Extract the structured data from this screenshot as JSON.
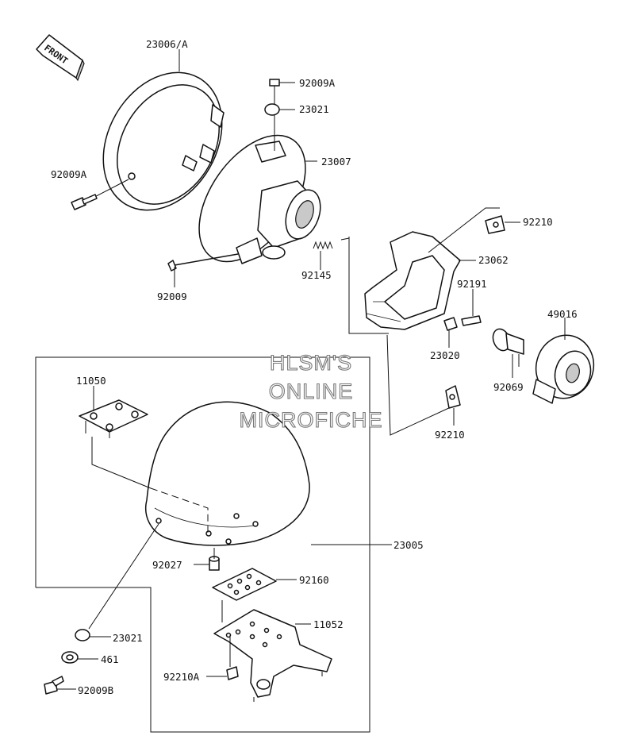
{
  "diagram": {
    "front_label": "FRONT",
    "watermark": [
      "HLSM'S",
      "ONLINE",
      "MICROFICHE"
    ],
    "callouts": {
      "p23006A": "23006/A",
      "p92009A_top": "92009A",
      "p23021_top": "23021",
      "p23007": "23007",
      "p92009A_left": "92009A",
      "p92210_top": "92210",
      "p23062": "23062",
      "p92145": "92145",
      "p92009": "92009",
      "p92191": "92191",
      "p49016": "49016",
      "p23020": "23020",
      "p92069": "92069",
      "p11050": "11050",
      "p92210_mid": "92210",
      "p23005": "23005",
      "p92027": "92027",
      "p92160": "92160",
      "p11052": "11052",
      "p23021_bot": "23021",
      "p461": "461",
      "p92210A": "92210A",
      "p92009B": "92009B"
    }
  }
}
